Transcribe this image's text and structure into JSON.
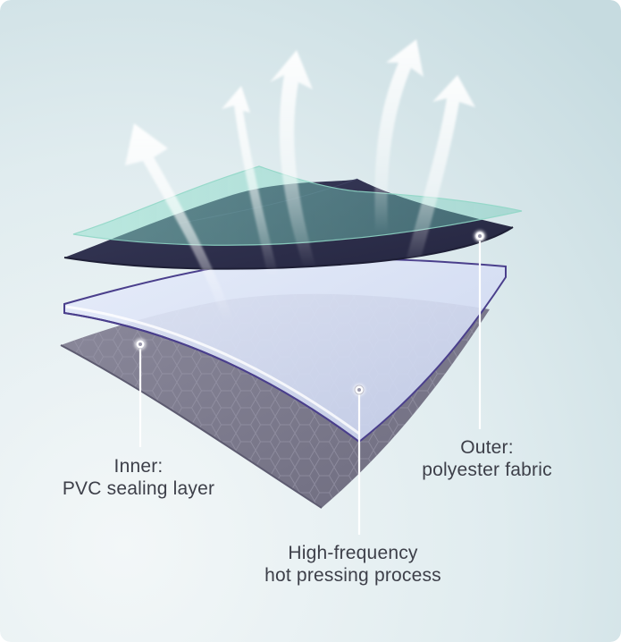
{
  "labels": {
    "inner": {
      "line1": "Inner:",
      "line2": "PVC sealing layer"
    },
    "outer": {
      "line1": "Outer:",
      "line2": "polyester fabric"
    },
    "process": {
      "line1": "High-frequency",
      "line2": "hot pressing process"
    }
  },
  "colors": {
    "background_light": "#eef4f6",
    "background_dark": "#c9dde2",
    "outer_fabric": "#2f3150",
    "green_film": "#7fd4c0",
    "clear_film": "#dfe6f7",
    "pvc_layer": "#7e7c8e",
    "label_text": "#3d3f49"
  }
}
